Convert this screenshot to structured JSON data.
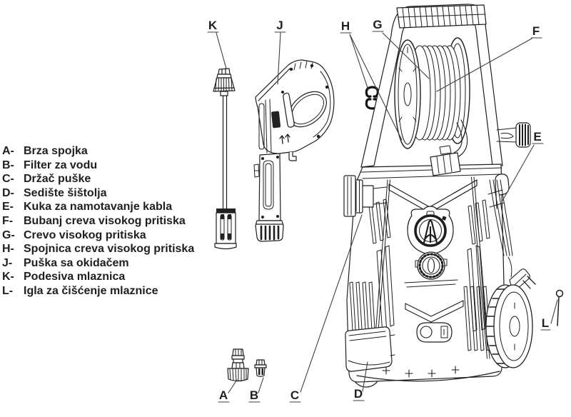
{
  "parts_list": {
    "items": [
      {
        "letter": "A-",
        "label": "Brza spojka"
      },
      {
        "letter": "B-",
        "label": "Filter za vodu"
      },
      {
        "letter": "C-",
        "label": "Držač puške"
      },
      {
        "letter": "D-",
        "label": "Sedište šištolja"
      },
      {
        "letter": "E-",
        "label": "Kuka za namotavanje kabla"
      },
      {
        "letter": "F-",
        "label": "Bubanj creva visokog pritiska"
      },
      {
        "letter": "G-",
        "label": "Crevo visokog pritiska"
      },
      {
        "letter": "H-",
        "label": "Spojnica creva visokog pritiska"
      },
      {
        "letter": "J-",
        "label": "Puška sa okidačem"
      },
      {
        "letter": "K-",
        "label": "Podesiva mlaznica"
      },
      {
        "letter": "L-",
        "label": "Igla za čišćenje mlaznice"
      }
    ]
  },
  "callouts": {
    "A": "A",
    "B": "B",
    "C": "C",
    "D": "D",
    "E": "E",
    "F": "F",
    "G": "G",
    "H": "H",
    "J": "J",
    "K": "K",
    "L": "L"
  },
  "colors": {
    "line": "#1e1e1e",
    "leader": "#3f3f3f",
    "text": "#1f1f1f",
    "background": "#ffffff"
  }
}
